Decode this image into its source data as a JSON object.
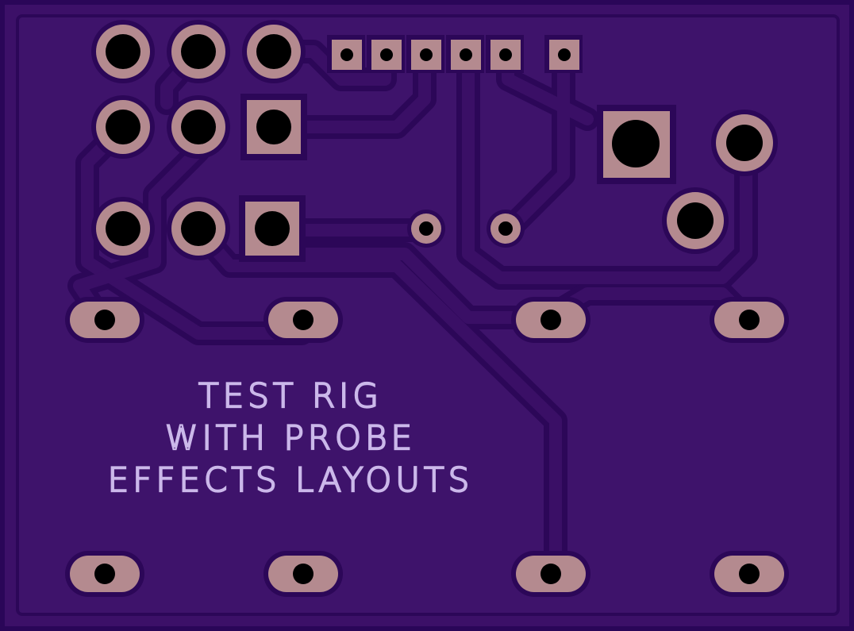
{
  "colors": {
    "board_edge": "#2a0658",
    "board_fill": "#3c1068",
    "copper_pour": "#3e136b",
    "trace": "#3a0f66",
    "clearance": "#2c0758",
    "pad": "#b48a8f",
    "drill": "#000000",
    "silkscreen": "#cbb8ea"
  },
  "silkscreen": {
    "line1": "TEST RIG",
    "line2": "WITH PROBE",
    "line3": "EFFECTS LAYOUTS"
  }
}
